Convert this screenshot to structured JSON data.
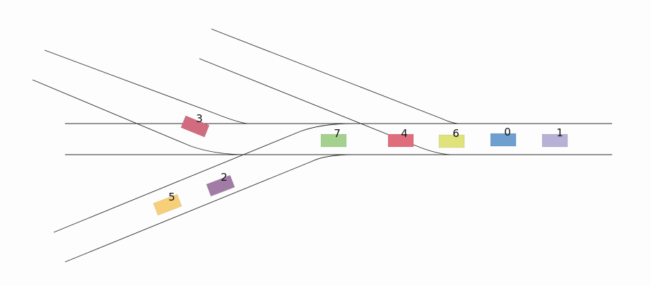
{
  "vehicles": [
    {
      "id": "0",
      "color": "#6f9fcf"
    },
    {
      "id": "1",
      "color": "#b7b1d6"
    },
    {
      "id": "2",
      "color": "#a17ca6"
    },
    {
      "id": "3",
      "color": "#d16b80"
    },
    {
      "id": "4",
      "color": "#e06d7c"
    },
    {
      "id": "5",
      "color": "#f6cf78"
    },
    {
      "id": "6",
      "color": "#dfe37a"
    },
    {
      "id": "7",
      "color": "#a4d18d"
    }
  ]
}
